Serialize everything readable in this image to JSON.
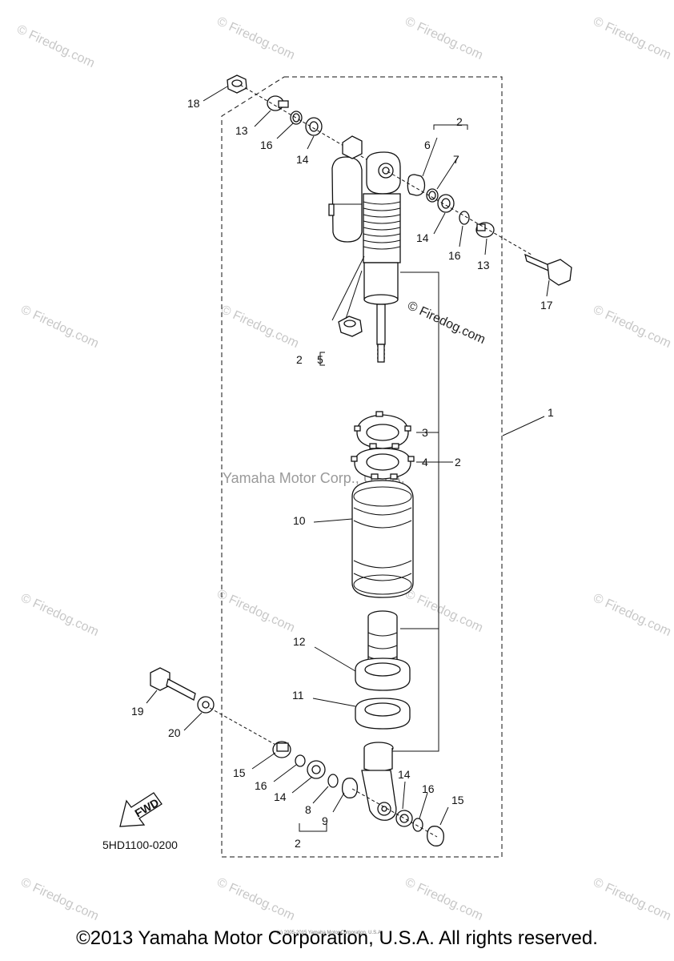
{
  "diagram": {
    "part_code": "5HD1100-0200",
    "fwd_label": "FWD",
    "watermark_center": "Yamaha Motor Corp., U.S.A.",
    "watermark_firedog": "© Firedog.com",
    "callouts": {
      "c1": "1",
      "c2a": "2",
      "c2b": "2",
      "c2c": "2",
      "c2d": "2",
      "c3": "3",
      "c4": "4",
      "c5": "5",
      "c6": "6",
      "c7": "7",
      "c8": "8",
      "c9": "9",
      "c10": "10",
      "c11": "11",
      "c12": "12",
      "c13a": "13",
      "c13b": "13",
      "c14a": "14",
      "c14b": "14",
      "c14c": "14",
      "c14d": "14",
      "c15a": "15",
      "c15b": "15",
      "c16a": "16",
      "c16b": "16",
      "c16c": "16",
      "c16d": "16",
      "c17": "17",
      "c18": "18",
      "c19": "19",
      "c20": "20"
    }
  },
  "footer": {
    "copyright": "©2013 Yamaha Motor Corporation, U.S.A. All rights reserved.",
    "small_print": "(c) 2005-2015 Yamaha Motor Corporation, U.S.A."
  }
}
